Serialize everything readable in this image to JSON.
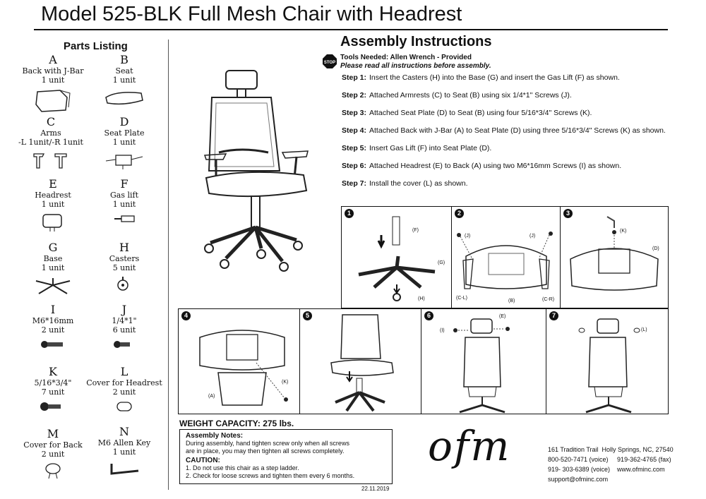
{
  "title": "Model 525-BLK Full Mesh Chair with Headrest",
  "parts_title": "Parts Listing",
  "parts": [
    {
      "letter": "A",
      "name": "Back with J-Bar",
      "count": "1 unit",
      "icon": "back-icon"
    },
    {
      "letter": "B",
      "name": "Seat",
      "count": "1 unit",
      "icon": "seat-icon"
    },
    {
      "letter": "C",
      "name": "Arms",
      "count": "-L 1unit/-R 1unit",
      "icon": "arms-icon"
    },
    {
      "letter": "D",
      "name": "Seat Plate",
      "count": "1 unit",
      "icon": "seat-plate-icon"
    },
    {
      "letter": "E",
      "name": "Headrest",
      "count": "1 unit",
      "icon": "headrest-icon"
    },
    {
      "letter": "F",
      "name": "Gas lift",
      "count": "1 unit",
      "icon": "gas-lift-icon"
    },
    {
      "letter": "G",
      "name": "Base",
      "count": "1 unit",
      "icon": "base-icon"
    },
    {
      "letter": "H",
      "name": "Casters",
      "count": "5 unit",
      "icon": "caster-icon"
    },
    {
      "letter": "I",
      "name": "M6*16mm",
      "count": "2 unit",
      "icon": "screw-icon"
    },
    {
      "letter": "J",
      "name": "1/4*1\"",
      "count": "6 unit",
      "icon": "screw-icon"
    },
    {
      "letter": "K",
      "name": "5/16*3/4\"",
      "count": "7 unit",
      "icon": "screw-icon"
    },
    {
      "letter": "L",
      "name": "Cover for Headrest",
      "count": "2 unit",
      "icon": "cover-icon"
    },
    {
      "letter": "M",
      "name": "Cover for Back",
      "count": "2 unit",
      "icon": "back-cover-icon"
    },
    {
      "letter": "N",
      "name": "M6 Allen Key",
      "count": "1 unit",
      "icon": "allen-key-icon"
    }
  ],
  "assembly": {
    "title": "Assembly Instructions",
    "stop_label": "STOP",
    "tools": "Tools Needed: Allen Wrench - Provided",
    "warning": "Please read all instructions before assembly.",
    "steps": [
      {
        "label": "Step 1:",
        "text": "Insert the Casters (H) into the Base (G) and insert the Gas Lift (F) as shown."
      },
      {
        "label": "Step 2:",
        "text": "Attached Armrests (C) to Seat (B) using six 1/4*1\" Screws (J)."
      },
      {
        "label": "Step 3:",
        "text": "Attached Seat Plate (D) to Seat (B) using four 5/16*3/4\" Screws (K)."
      },
      {
        "label": "Step 4:",
        "text": "Attached Back with J-Bar (A) to Seat Plate (D) using three 5/16*3/4\" Screws (K) as shown."
      },
      {
        "label": "Step 5:",
        "text": "Insert Gas Lift (F) into Seat Plate (D)."
      },
      {
        "label": "Step 6:",
        "text": "Attached Headrest (E) to Back (A) using two M6*16mm Screws (I) as shown."
      },
      {
        "label": "Step 7:",
        "text": "Install the cover (L) as shown."
      }
    ]
  },
  "diagrams": {
    "p1": {
      "num": "1",
      "labels": [
        "(F)",
        "(G)",
        "(H)"
      ]
    },
    "p2": {
      "num": "2",
      "labels": [
        "(J)",
        "(J)",
        "(C-L)",
        "(B)",
        "(C-R)"
      ]
    },
    "p3": {
      "num": "3",
      "labels": [
        "(K)",
        "(D)"
      ]
    },
    "p4": {
      "num": "4",
      "labels": [
        "(A)",
        "(K)"
      ]
    },
    "p5": {
      "num": "5"
    },
    "p6": {
      "num": "6",
      "labels": [
        "(E)",
        "(I)"
      ]
    },
    "p7": {
      "num": "7",
      "labels": [
        "(L)"
      ]
    }
  },
  "weight_capacity": "WEIGHT CAPACITY: 275 lbs.",
  "notes": {
    "heading": "Assembly Notes:",
    "line1": "During assembly, hand tighten screw only when all screws",
    "line2": "are in place, you may then tighten all screws completely.",
    "caution_heading": "CAUTION:",
    "caution1": "1. Do not use this chair as a step ladder.",
    "caution2": "2. Check for loose screws and tighten them every 6 months."
  },
  "date": "22.11.2019",
  "logo": "ofm",
  "contact": {
    "address": "161 Tradition Trail  Holly Springs, NC, 27540",
    "phone1": "800-520-7471 (voice)     919-362-4765 (fax)",
    "phone2": "919- 303-6389 (voice)    www.ofminc.com",
    "email": "support@ofminc.com"
  }
}
